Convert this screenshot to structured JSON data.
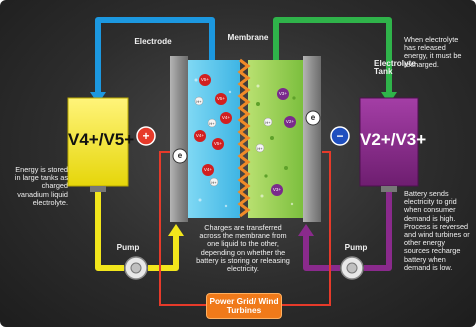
{
  "labels": {
    "electrode": "Electrode",
    "membrane": "Membrane",
    "recharge_note": "When electrolyte has released energy, it must be recharged.",
    "electrolyte_tank": "Electrolyte Tank",
    "positive_tank": "V4+/V5+",
    "negative_tank": "V2+/V3+",
    "energy_note": "Energy is stored in large tanks as charged vanadium liquid electrolyte.",
    "charges_note": "Charges are transferred across the membrane from one liquid to the other, depending on whether the battery is storing or releasing electricity.",
    "battery_note": "Battery sends electricity to grid when consumer demand is high. Process is reversed and wind turbines or other energy sources recharge battery when demand is low.",
    "pump_left": "Pump",
    "pump_right": "Pump",
    "power_grid": "Power Grid/ Wind Turbines",
    "plus_sign": "+",
    "minus_sign": "−",
    "electron": "e"
  },
  "particle_labels": {
    "v5": "V5+",
    "v4": "V4+",
    "h": "H+",
    "v3": "V3+",
    "v2": "V2+"
  },
  "colors": {
    "background": "#2d2d2d",
    "positive_tank": "#f2e61c",
    "negative_tank": "#8a2a8c",
    "positive_electrolyte": "#5ec8ec",
    "negative_electrolyte": "#9acd5a",
    "membrane": "#f08a28",
    "pipe_blue": "#1c98e0",
    "pipe_green": "#2fb34a",
    "pipe_yellow": "#f2e61c",
    "pipe_purple": "#8a2a8c",
    "wire_red": "#e63a2a",
    "grid_box": "#f07a1a"
  }
}
